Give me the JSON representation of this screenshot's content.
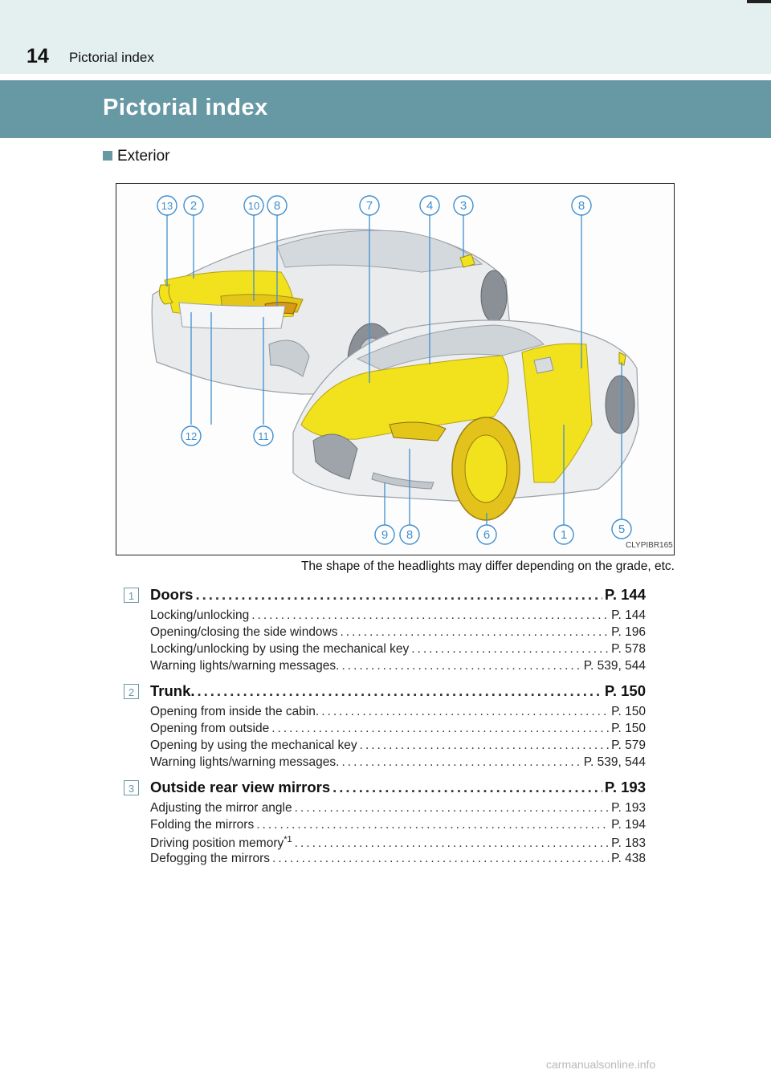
{
  "header": {
    "page_number": "14",
    "running_title": "Pictorial index"
  },
  "section": {
    "title": "Pictorial index",
    "subheading": "Exterior"
  },
  "figure": {
    "callouts_top": [
      "13",
      "2",
      "10",
      "8",
      "7",
      "4",
      "3",
      "8"
    ],
    "callouts_bottom_left": [
      "12",
      "11"
    ],
    "callouts_bottom": [
      "9",
      "8",
      "6",
      "1",
      "5"
    ],
    "code": "CLYPIBR165",
    "caption": "The shape of the headlights may differ depending on the grade, etc."
  },
  "entries": [
    {
      "num": "1",
      "title": "Doors",
      "page": "P. 144",
      "items": [
        {
          "label": "Locking/unlocking",
          "page": "P. 144"
        },
        {
          "label": "Opening/closing the side windows",
          "page": "P. 196"
        },
        {
          "label": "Locking/unlocking by using the mechanical key",
          "page": "P. 578"
        },
        {
          "label": "Warning lights/warning messages.",
          "page": "P. 539, 544"
        }
      ]
    },
    {
      "num": "2",
      "title": "Trunk.",
      "page": "P. 150",
      "items": [
        {
          "label": "Opening from inside the cabin.",
          "page": "P. 150"
        },
        {
          "label": "Opening from outside",
          "page": "P. 150"
        },
        {
          "label": "Opening by using the mechanical key",
          "page": "P. 579"
        },
        {
          "label": "Warning lights/warning messages.",
          "page": "P. 539, 544"
        }
      ]
    },
    {
      "num": "3",
      "title": "Outside rear view mirrors",
      "page": "P. 193",
      "items": [
        {
          "label": "Adjusting the mirror angle",
          "page": "P. 193"
        },
        {
          "label": "Folding the mirrors",
          "page": "P. 194"
        },
        {
          "label": "Driving position memory",
          "sup": "*1",
          "page": "P. 183"
        },
        {
          "label": "Defogging the mirrors",
          "page": "P. 438"
        }
      ]
    }
  ],
  "watermark": "carmanualsonline.info",
  "colors": {
    "accent": "#6799a4",
    "header_band": "#e4efef",
    "highlight": "#f2e21d"
  }
}
